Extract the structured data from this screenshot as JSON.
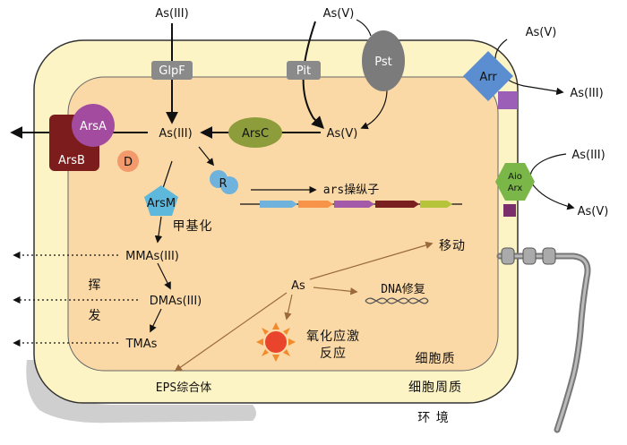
{
  "external": {
    "as3_top": "As(III)",
    "as5_top": "As(V)",
    "as5_right_top": "As(V)",
    "as3_right_top": "As(III)",
    "as3_right_mid": "As(III)",
    "as5_right_mid": "As(V)"
  },
  "transporters": {
    "glpf": "GlpF",
    "pit": "Pit",
    "pst": "Pst",
    "arr": "Arr",
    "arsa": "ArsA",
    "arsb": "ArsB",
    "aio_line1": "Aio",
    "aio_line2": "Arx"
  },
  "cytoplasm": {
    "as3": "As(III)",
    "arsc": "ArsC",
    "as5": "As(V)",
    "d": "D",
    "r": "R",
    "operon": "ars操纵子",
    "arsm": "ArsM",
    "methylation": "甲基化",
    "mmas": "MMAs(III)",
    "dmas": "DMAs(III)",
    "tmas": "TMAs",
    "volatile1": "挥",
    "volatile2": "发",
    "as": "As",
    "mobility": "移动",
    "dna": "DNA修复",
    "stress1": "氧化应激",
    "stress2": "反应"
  },
  "regions": {
    "cytoplasm": "细胞质",
    "eps": "EPS综合体",
    "periplasm": "细胞周质",
    "environment": "环 境"
  },
  "colors": {
    "periplasm": "#fdf4c6",
    "cytoplasm": "#fbd9a6",
    "transporter_gray": "#8a8a8a",
    "pst": "#7b7b7b",
    "arr": "#5b8ed0",
    "arr_square": "#9b5fb8",
    "arsa": "#a34c9f",
    "arsb": "#7c1c1c",
    "arsc": "#8d9d3b",
    "d": "#f29a6b",
    "r": "#6fb3dc",
    "arsm": "#5db8dc",
    "aio": "#7ab648",
    "aio_square": "#7a2e6b",
    "brown_arrow": "#9a6a3c",
    "sun": "#e8452c",
    "sun_rays": "#f08a2a",
    "eps": "#cfcfcf"
  }
}
